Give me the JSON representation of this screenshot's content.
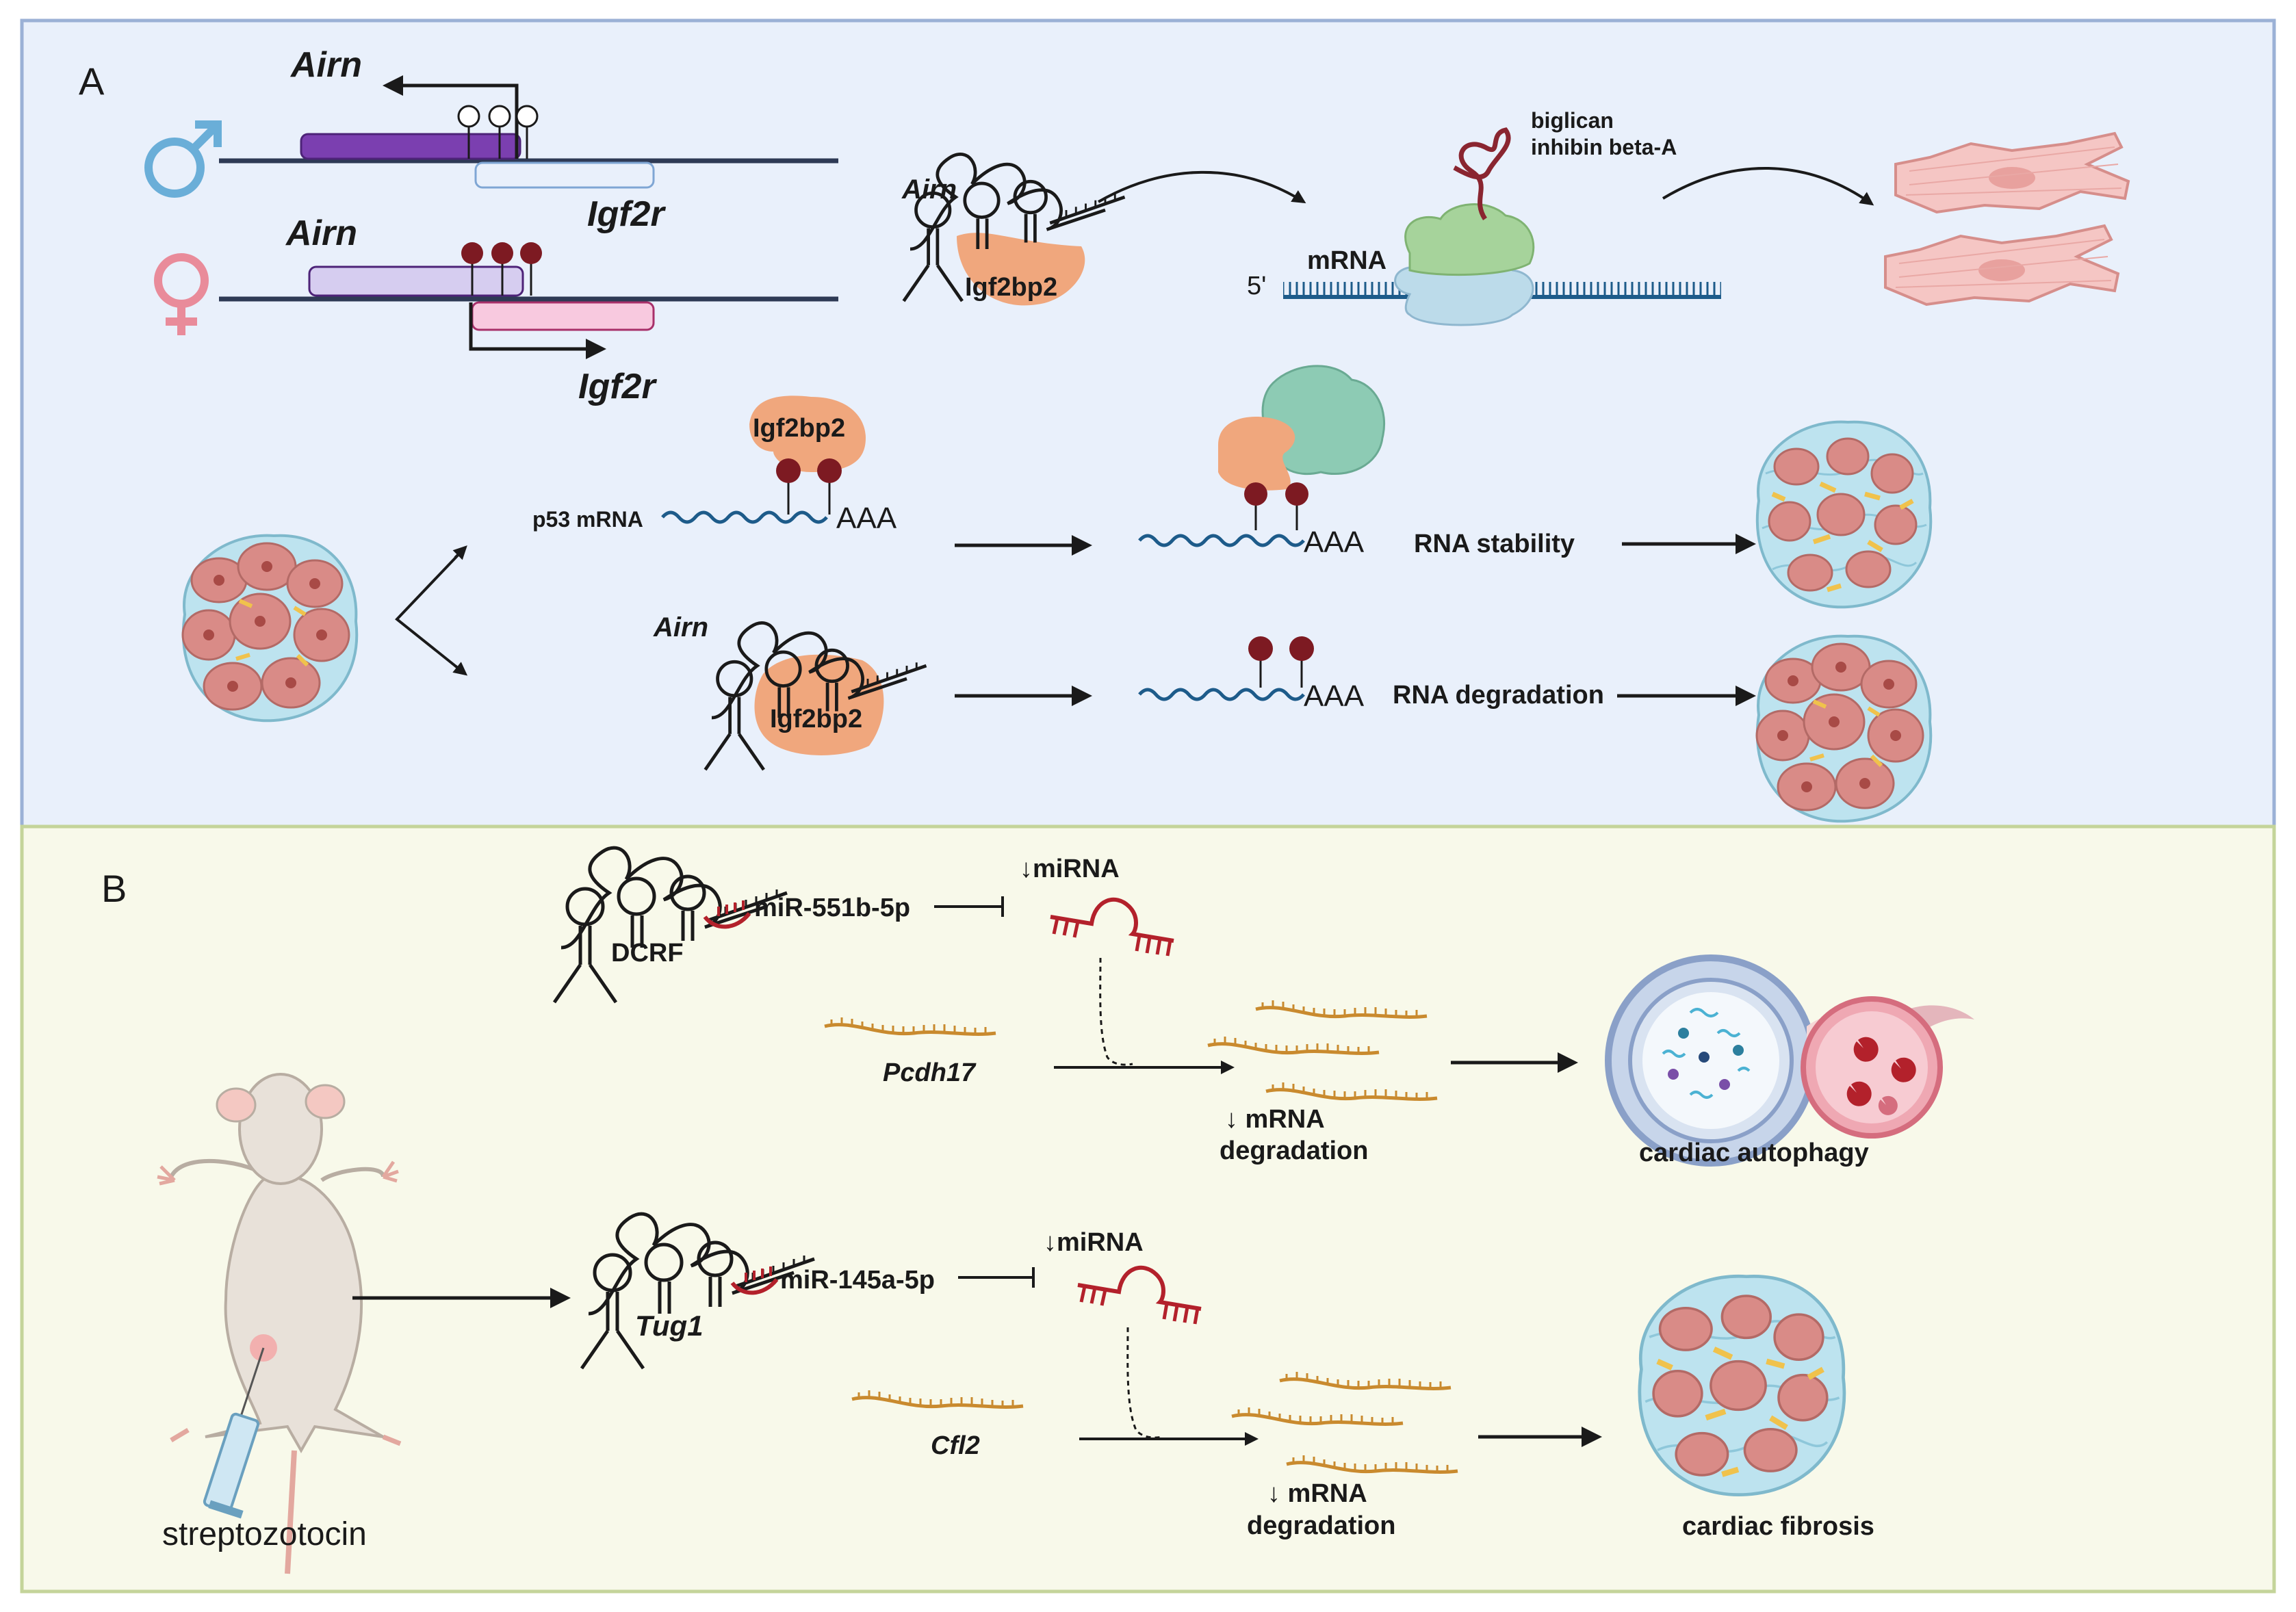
{
  "panel_a": {
    "letter": "A",
    "airn_top": "Airn",
    "igf2r_top": "Igf2r",
    "airn_bottom": "Airn",
    "igf2r_bottom": "Igf2r",
    "airn_complex": "Airn",
    "igf2bp2_complex": "Igf2bp2",
    "protein_1": "biglican",
    "protein_2": "inhibin beta-A",
    "mrna_label": "mRNA",
    "five_prime": "5'",
    "igf2bp2_upper": "Igf2bp2",
    "p53_mrna": "p53 mRNA",
    "aaa_1": "AAA",
    "aaa_2": "AAA",
    "rna_stability": "RNA stability",
    "airn_lower": "Airn",
    "igf2bp2_lower": "Igf2bp2",
    "aaa_3": "AAA",
    "rna_degradation": "RNA degradation"
  },
  "panel_b": {
    "letter": "B",
    "dcrf": "DCRF",
    "mir_551b": "miR-551b-5p",
    "mirna_down_1": "↓miRNA",
    "pcdh17": "Pcdh17",
    "mrna_deg_1_line1": "↓ mRNA",
    "mrna_deg_1_line2": "degradation",
    "cardiac_autophagy": "cardiac autophagy",
    "streptozotocin": "streptozotocin",
    "tug1": "Tug1",
    "mir_145a": "miR-145a-5p",
    "mirna_down_2": "↓miRNA",
    "cfl2": "Cfl2",
    "mrna_deg_2_line1": "↓ mRNA",
    "mrna_deg_2_line2": "degradation",
    "cardiac_fibrosis": "cardiac fibrosis"
  },
  "colors": {
    "panel_a_bg": "#e9f0fb",
    "panel_a_border": "#9bb1d6",
    "panel_b_bg": "#f8f9ea",
    "panel_b_border": "#c4d49a",
    "dark_strand": "#2e3a55",
    "airn_purple": "#7b3fb0",
    "airn_light": "#d6cdf0",
    "igf2r_pink": "#f8c9df",
    "igf2bp2_orange": "#f0a77d",
    "methyl_red": "#7d1a22",
    "mirna_red": "#b3212b",
    "mrna_orange": "#c98a2e",
    "mrna_blue": "#1d5b8a",
    "cell_pink": "#d98b87",
    "ecm_blue": "#bde3ef",
    "fibro_yellow": "#f0c24c"
  },
  "icons": [
    "male-symbol-icon",
    "female-symbol-icon",
    "ribosome-icon",
    "cardiomyocyte-icon",
    "cardiac-tissue-icon",
    "fibrotic-tissue-icon",
    "autophagosome-lysosome-icon",
    "mouse-icon",
    "syringe-icon"
  ]
}
